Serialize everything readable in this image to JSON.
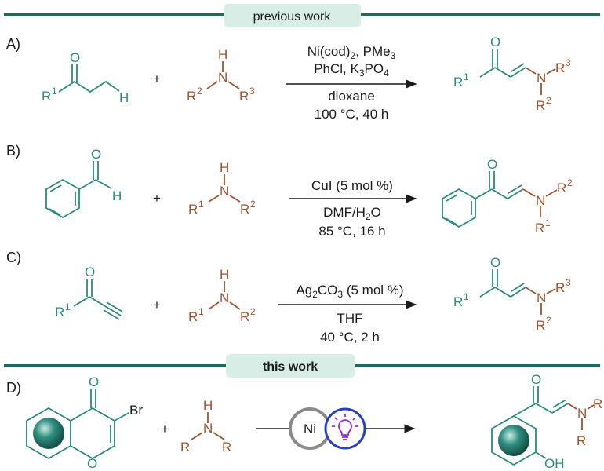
{
  "headers": {
    "previous": "previous work",
    "this": "this work"
  },
  "labels": {
    "a": "A)",
    "b": "B)",
    "c": "C)",
    "d": "D)"
  },
  "plus": "+",
  "atoms": {
    "O": "O",
    "H": "H",
    "N": "N",
    "Br": "Br",
    "OH": "OH",
    "R": "R",
    "R1": "R",
    "R2": "R",
    "R3": "R",
    "one": "1",
    "two": "2",
    "three": "3"
  },
  "conditions": {
    "a": {
      "line1_a": "Ni(cod)",
      "line1_sub": "2",
      "line1_b": ", PMe",
      "line1_sub2": "3",
      "line2_a": "PhCl, K",
      "line2_sub": "3",
      "line2_b": "PO",
      "line2_sub2": "4",
      "below1": "dioxane",
      "below2": "100 °C, 40 h"
    },
    "b": {
      "above": "CuI (5 mol %)",
      "below1_a": "DMF/H",
      "below1_sub": "2",
      "below1_b": "O",
      "below2": "85 °C, 16 h"
    },
    "c": {
      "above_a": "Ag",
      "above_sub": "2",
      "above_b": "CO",
      "above_sub2": "3",
      "above_c": " (5 mol %)",
      "below1": "THF",
      "below2": "40 °C, 2 h"
    },
    "d": {
      "ni": "Ni"
    }
  },
  "colors": {
    "reactant": "#2a8a7e",
    "amine": "#a0522d",
    "divider": "#1d6b5f",
    "pill": "#d8ede6",
    "photo": "#a020f0",
    "photo_ring": "#2a3fbf"
  }
}
